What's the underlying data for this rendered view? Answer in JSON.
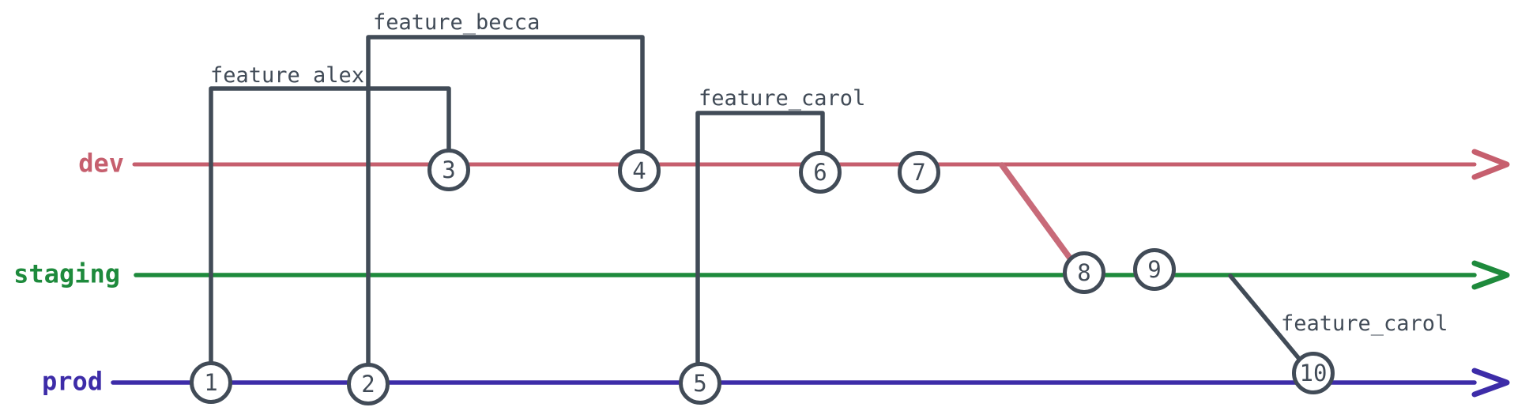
{
  "diagram": {
    "background": "#ffffff",
    "ink_color": "#414b57",
    "branches": [
      {
        "label": "dev",
        "color": "#c65f6e"
      },
      {
        "label": "staging",
        "color": "#1e8a3c"
      },
      {
        "label": "prod",
        "color": "#3d2ca8"
      }
    ],
    "features": [
      {
        "label": "feature_alex",
        "from_commit": "1",
        "from_branch": "prod",
        "to_commit": "3",
        "to_branch": "dev"
      },
      {
        "label": "feature_becca",
        "from_commit": "2",
        "from_branch": "prod",
        "to_commit": "4",
        "to_branch": "dev"
      },
      {
        "label": "feature_carol",
        "from_commit": "5",
        "from_branch": "prod",
        "to_commit": "6",
        "to_branch": "dev"
      },
      {
        "label": "feature_carol",
        "after_commit": "9",
        "from_branch": "staging",
        "to_commit": "10",
        "to_branch": "prod"
      }
    ],
    "merges": [
      {
        "from_branch": "dev",
        "after_commit": "7",
        "to_branch": "staging",
        "at_commit": "8"
      }
    ],
    "commits": [
      {
        "id": "1",
        "branch": "prod"
      },
      {
        "id": "2",
        "branch": "prod"
      },
      {
        "id": "3",
        "branch": "dev"
      },
      {
        "id": "4",
        "branch": "dev"
      },
      {
        "id": "5",
        "branch": "prod"
      },
      {
        "id": "6",
        "branch": "dev"
      },
      {
        "id": "7",
        "branch": "dev"
      },
      {
        "id": "8",
        "branch": "staging"
      },
      {
        "id": "9",
        "branch": "staging"
      },
      {
        "id": "10",
        "branch": "prod"
      }
    ]
  }
}
